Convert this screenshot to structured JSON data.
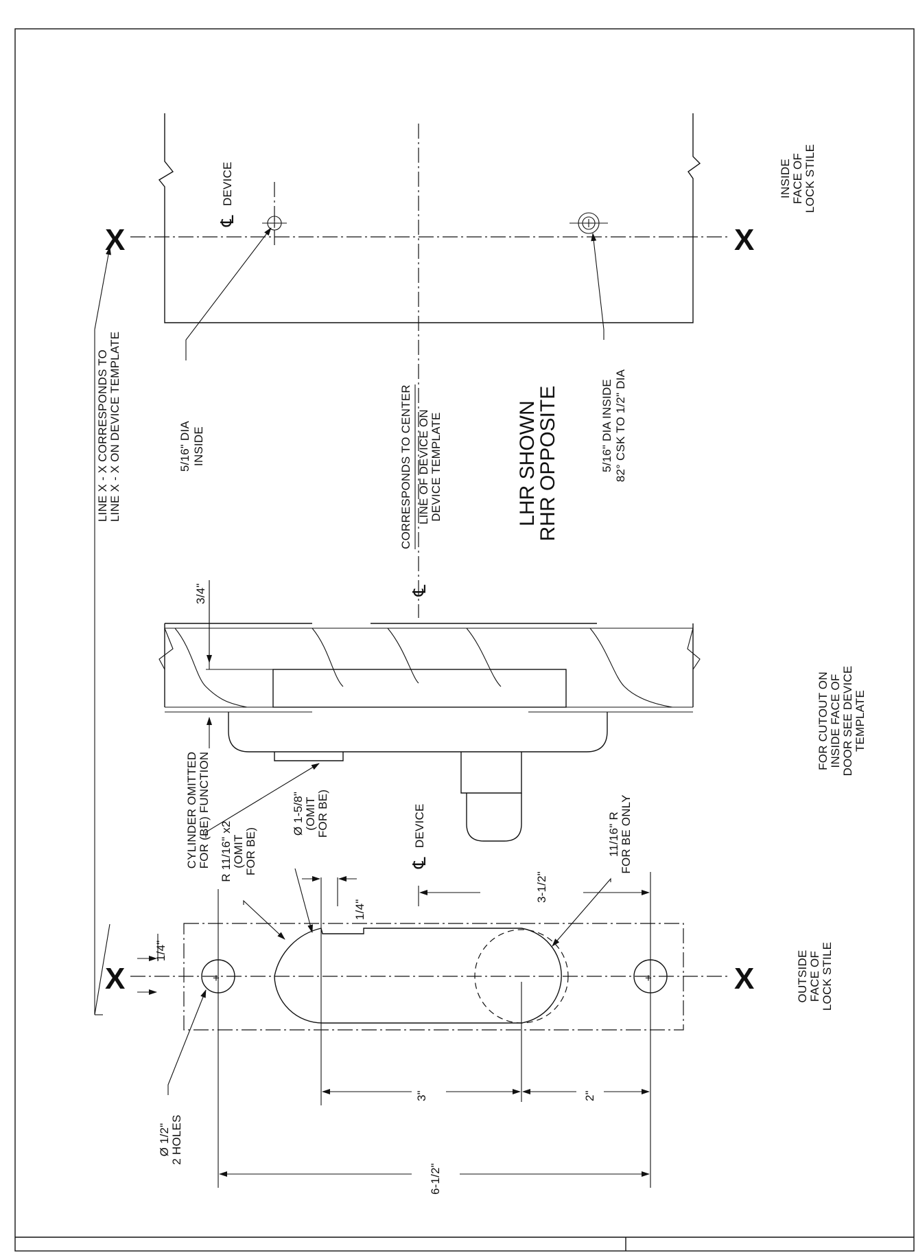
{
  "marks": {
    "x_symbol": "X",
    "centerline_symbol": "℄",
    "plus_symbol": "+"
  },
  "device_section": {
    "centerline_label": "DEVICE",
    "inside_face_label": [
      "INSIDE",
      "FACE OF",
      "LOCK STILE"
    ],
    "hole_a_label": [
      "5/16\" DIA",
      "INSIDE"
    ],
    "hole_b_label": [
      "5/16\" DIA INSIDE",
      "82° CSK TO 1/2\" DIA"
    ],
    "center_label_top": "CORRESPONDS TO CENTER",
    "center_label_bottom": [
      "LINE OF DEVICE ON",
      "DEVICE TEMPLATE"
    ],
    "hand_label": [
      "LHR SHOWN",
      "RHR OPPOSITE"
    ]
  },
  "top_note": [
    "LINE X - X CORRESPONDS TO",
    "LINE X - X ON DEVICE TEMPLATE"
  ],
  "section": {
    "dim_three_quarter": "3/4\"",
    "cutout_note": [
      "FOR CUTOUT ON",
      "INSIDE FACE OF",
      "DOOR SEE DEVICE",
      "TEMPLATE"
    ],
    "cylinder_note": [
      "CYLINDER OMITTED",
      "FOR (BE) FUNCTION"
    ],
    "device_centerline_label": "DEVICE"
  },
  "outside_template": {
    "outside_face_label": [
      "OUTSIDE",
      "FACE OF",
      "LOCK STILE"
    ],
    "radius_note": [
      "R 11/16\" x2",
      "(OMIT",
      "FOR BE)"
    ],
    "bore_note": [
      "Ø 1-5/8\"",
      "(OMIT",
      "FOR BE)"
    ],
    "dim_quarter_a": "1/4\"",
    "dim_quarter_b": "1/4\"",
    "dim_3_1_2": "3-1/2\"",
    "radius_be_note": [
      "11/16\" R",
      "FOR BE ONLY"
    ],
    "holes_note": [
      "Ø 1/2\"",
      "2 HOLES"
    ],
    "dim_3": "3\"",
    "dim_2": "2\"",
    "dim_6_1_2": "6-1/2\""
  }
}
